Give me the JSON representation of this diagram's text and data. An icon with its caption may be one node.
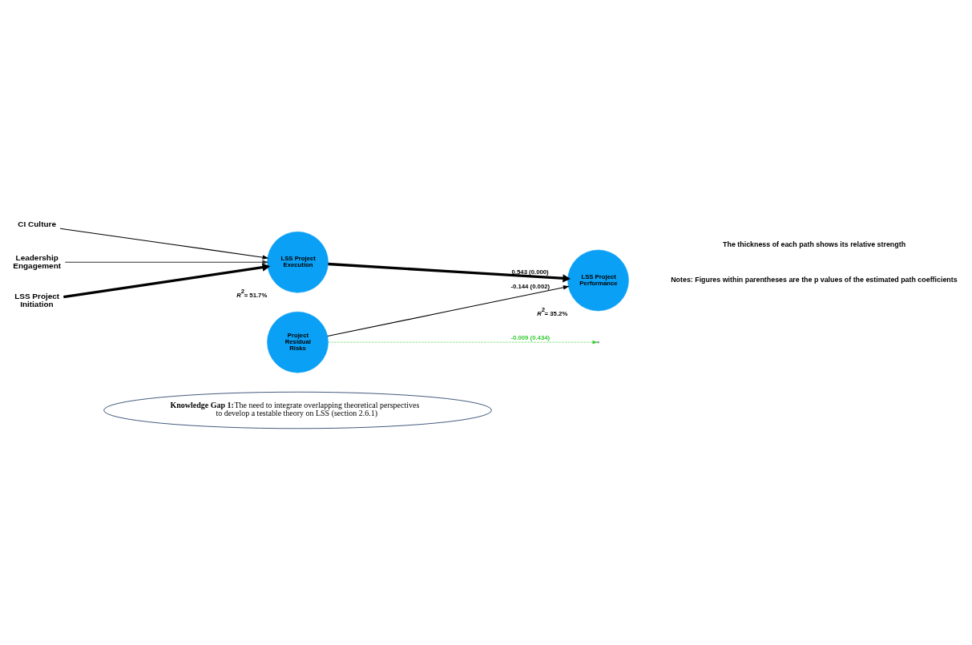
{
  "diagram": {
    "nodes": [
      {
        "text": [
          "Knowledge Gap 1:",
          "The need to integrate overlapping theoretical perspectives to develop a testable theory on LSS (section 2.6.1)"
        ]
      },
      {
        "text": [
          "CI Culture"
        ]
      },
      {
        "text": [
          "Leadership Engagement"
        ]
      },
      {
        "text": [
          "LSS Project Initiation"
        ]
      },
      {
        "text": [
          "LSS Project Execution"
        ],
        "beside": [
          "*R*$^{2}$= 51.7%"
        ]
      },
      {
        "text": [
          "Project Residual Risks"
        ]
      },
      {
        "text": [
          "LSS Project Performance"
        ],
        "beside": [
          "*R*$^{2}$= 35.2%"
        ]
      }
    ],
    "edges": [
      {
        "from": 1,
        "to": 4,
        "arrow": "to"
      },
      {
        "from": 2,
        "to": 4,
        "arrow": "to",
        "color": "#333333"
      },
      {
        "from": 3,
        "to": 4,
        "arrow": "to",
        "style": "thick"
      },
      {
        "from": 4,
        "to": 6,
        "arrow": "to",
        "style": "thick",
        "label": "0.543 (0.000)"
      },
      {
        "from": 5,
        "to": 6,
        "arrow": "to",
        "label": "-0.144 (0.002)"
      },
      {
        "from": 5,
        "to": null,
        "arrow": "to",
        "style": "dashed",
        "color": "#33cc33",
        "label": "-0.009 (0.434)"
      }
    ],
    "labels": [
      "Notes: Figures within parentheses are the p values of the estimated path coefficients",
      "The thickness of each path shows its relative strength"
    ]
  }
}
